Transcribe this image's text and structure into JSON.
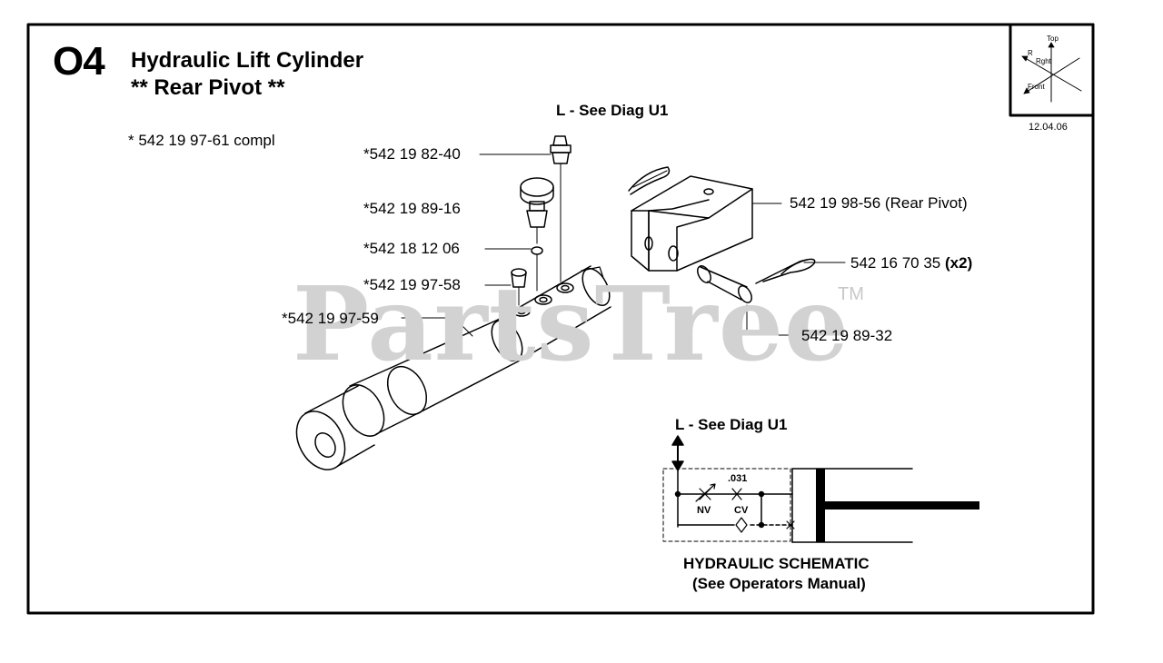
{
  "section": {
    "code": "O4",
    "title_line1": "Hydraulic Lift Cylinder",
    "title_line2": "** Rear Pivot **",
    "complete_note": "* 542 19 97-61 compl",
    "date": "12.04.06"
  },
  "orientation_icon": {
    "top": "Top",
    "right": "Rght",
    "front": "Front",
    "r": "R"
  },
  "callouts": {
    "see_diag_top": "L - See Diag U1",
    "p1": "*542 19 82-40",
    "p2": "*542 19 89-16",
    "p3": "*542 18 12 06",
    "p4": "*542 19 97-58",
    "p5": "*542 19 97-59",
    "p6": "542 19 98-56 (Rear Pivot)",
    "p7": "542 16 70 35",
    "p7_qty": "(x2)",
    "p8": "542 19 89-32"
  },
  "watermark": {
    "text": "PartsTree",
    "tm": "TM"
  },
  "schematic": {
    "see_diag": "L - See Diag U1",
    "nv_label": "NV",
    "cv_label": "CV",
    "orifice_label": ".031",
    "title": "HYDRAULIC SCHEMATIC",
    "subtitle": "(See Operators Manual)"
  }
}
